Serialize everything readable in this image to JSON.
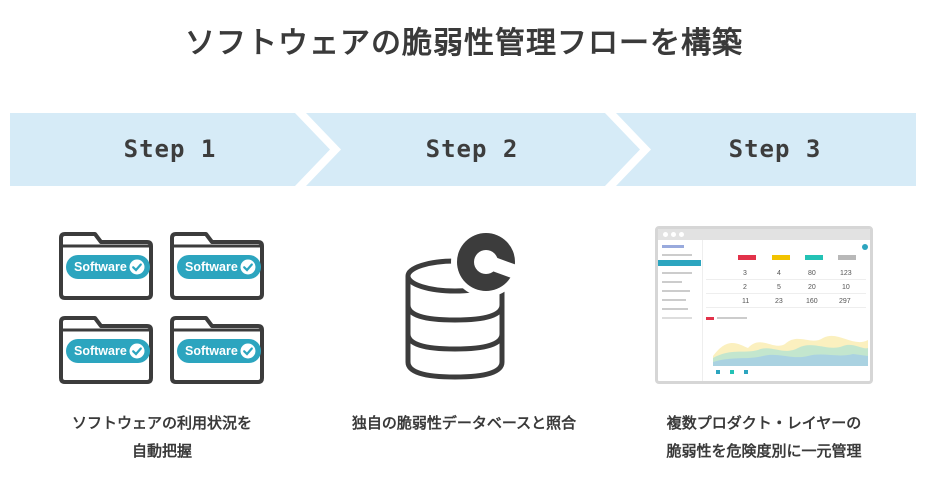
{
  "title": "ソフトウェアの脆弱性管理フローを構築",
  "steps": [
    {
      "label": "Step 1",
      "caption_line1": "ソフトウェアの利用状況を",
      "caption_line2": "自動把握"
    },
    {
      "label": "Step 2",
      "caption_line1": "独自の脆弱性データベースと照合",
      "caption_line2": ""
    },
    {
      "label": "Step 3",
      "caption_line1": "複数プロダクト・レイヤーの",
      "caption_line2": "脆弱性を危険度別に一元管理"
    }
  ],
  "badge_text": "Software",
  "colors": {
    "step_band": "#d6ebf7",
    "badge": "#2ca5bf",
    "icon_dark": "#3c3c3c"
  },
  "dashboard": {
    "values": [
      [
        "3",
        "4",
        "80",
        "123"
      ],
      [
        "2",
        "5",
        "20",
        "10"
      ],
      [
        "11",
        "23",
        "160",
        "297"
      ]
    ]
  }
}
